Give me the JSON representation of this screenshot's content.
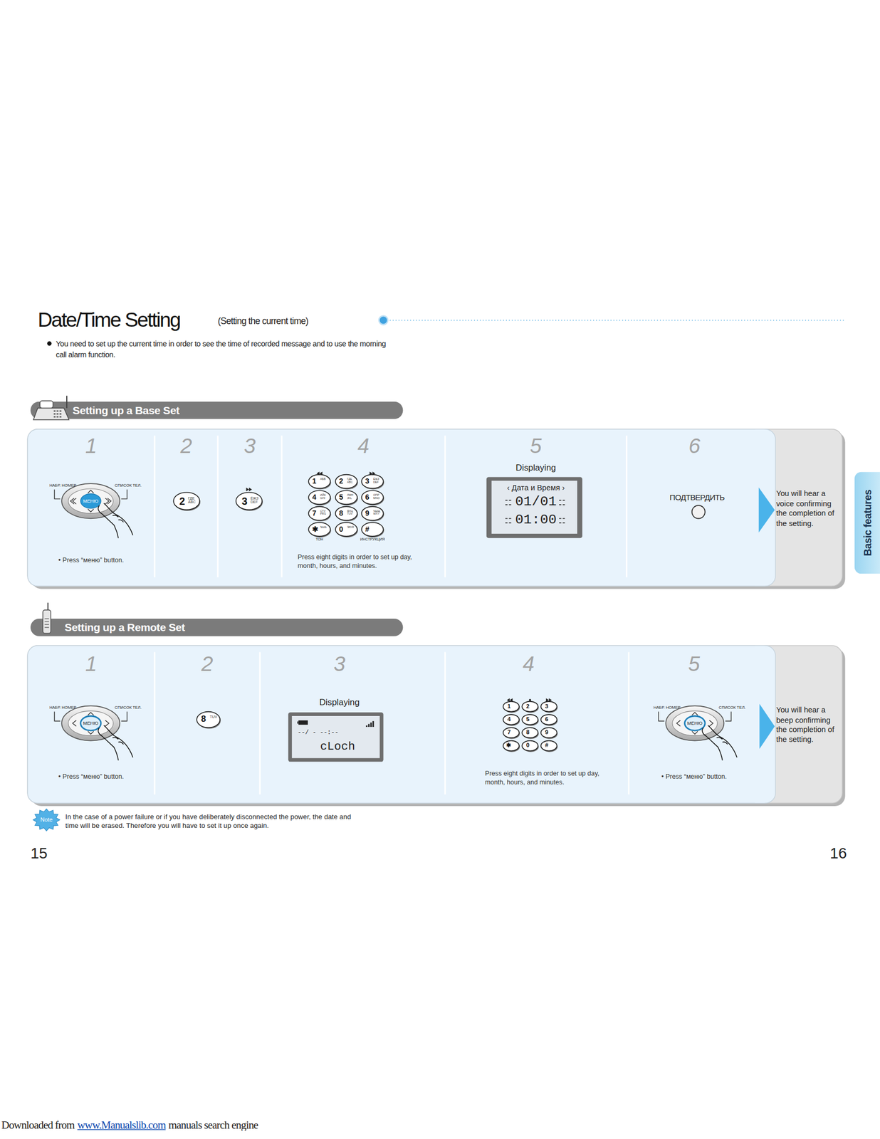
{
  "diagram": {
    "title": "Date/Time Setting",
    "nodes": [
      {
        "text": [
          "Setting up a Base Set"
        ]
      },
      {
        "text": [
          "1",
          "• Press “меню” button."
        ]
      },
      {
        "text": [
          "2"
        ]
      },
      {
        "text": [
          "3"
        ]
      },
      {
        "text": [
          "4",
          "Press eight digits in order to set up day, month, hours, and minutes."
        ]
      },
      {
        "text": [
          "5",
          "Displaying"
        ]
      },
      {
        "text": [
          "6"
        ]
      },
      {
        "text": [
          "You will hear a voice confirming the completion of the setting."
        ]
      },
      {
        "text": [
          "Setting up a Remote Set"
        ]
      },
      {
        "text": [
          "1",
          "• Press “меню” button."
        ]
      },
      {
        "text": [
          "2"
        ]
      },
      {
        "text": [
          "3",
          "Displaying"
        ]
      },
      {
        "text": [
          "4",
          "Press eight digits in order to set up day, month, hours, and minutes."
        ]
      },
      {
        "text": [
          "5",
          "• Press “меню” button."
        ]
      },
      {
        "text": [
          "You will hear a beep confirming the completion of the setting."
        ]
      },
      {
        "text": [
          "Basic features"
        ]
      },
      {
        "text": [
          "Note"
        ]
      }
    ],
    "edges": [
      {
        "from": 6,
        "to": 7,
        "arrow": "to"
      },
      {
        "from": 13,
        "to": 14,
        "arrow": "to"
      }
    ],
    "labels": [
      "(Setting the current time)",
      "You need to set up the current time in order to see the time of recorded message and to use the morning call alarm function.",
      "НАБР. НОМЕР",
      "СПИСОК ТЕЛ.",
      "МЕНЮ",
      "2",
      "ГДЕ ABC",
      "3",
      "ЁЖЗ DEF",
      "1",
      "2",
      "3",
      "4",
      "5",
      "6",
      "7",
      "8",
      "9",
      "✱",
      "0",
      "#",
      "АБВ",
      "ГДЕ ABC",
      "ЁЖЗ DEF",
      "ИЙК GHI",
      "ЛМН JKL",
      "ОПР MNO",
      "СТУ PRS",
      "ФХЦ TUV",
      "ЧШЩ WXY",
      "ЪЫЬ",
      "ЭЮЯ",
      "ТОН",
      "ИНСТРУКЦИЯ",
      "‹ Дата и Время ›",
      "01/01",
      "01:00",
      "ПОДТВЕРДИТЬ",
      "НАБР. НОМЕР",
      "СПИСОК ТЕЛ.",
      "МЕНЮ",
      "8",
      "TUV",
      "--/ - --:--",
      "cLoch",
      "1",
      "2",
      "3",
      "4",
      "5",
      "6",
      "7",
      "8",
      "9",
      "✱",
      "0",
      "#",
      "НАБР. НОМЕР",
      "СПИСОК ТЕЛ.",
      "МЕНЮ",
      "In the case of a power failure or if you have deliberately disconnected the power, the date and time will be erased.  Therefore you will have to set it up once again.",
      "15",
      "16",
      "Downloaded from",
      "www.Manualslib.com",
      "manuals search engine"
    ]
  }
}
